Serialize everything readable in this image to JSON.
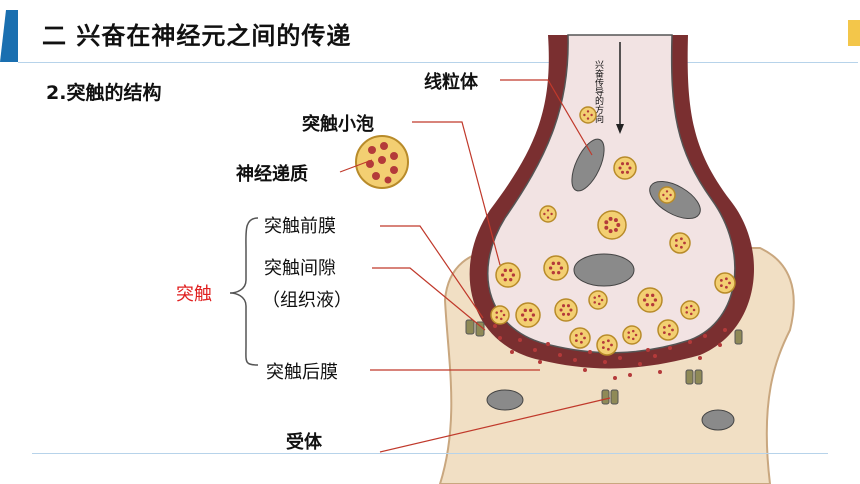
{
  "header": {
    "title": "二  兴奋在神经元之间的传递",
    "accent_color": "#1a6fb0"
  },
  "section": {
    "title": "2.突触的结构"
  },
  "labels": {
    "mitochondria": "线粒体",
    "synaptic_vesicle": "突触小泡",
    "neurotransmitter": "神经递质",
    "presynaptic_membrane": "突触前膜",
    "synaptic_cleft": "突触间隙",
    "tissue_fluid": "（组织液）",
    "postsynaptic_membrane": "突触后膜",
    "synapse": "突触",
    "receptor": "受体",
    "axon_direction": "兴奋传导的方向"
  },
  "colors": {
    "leader_line": "#c0392b",
    "synapse_label": "#e02020",
    "axon_outer": "#7a2f30",
    "axon_inner": "#f2e3e3",
    "postsynaptic_cell": "#f1dfc4",
    "vesicle": "#f3cf72",
    "vesicle_dot": "#b43a3a",
    "mitochondria": "#8a8a8a"
  }
}
